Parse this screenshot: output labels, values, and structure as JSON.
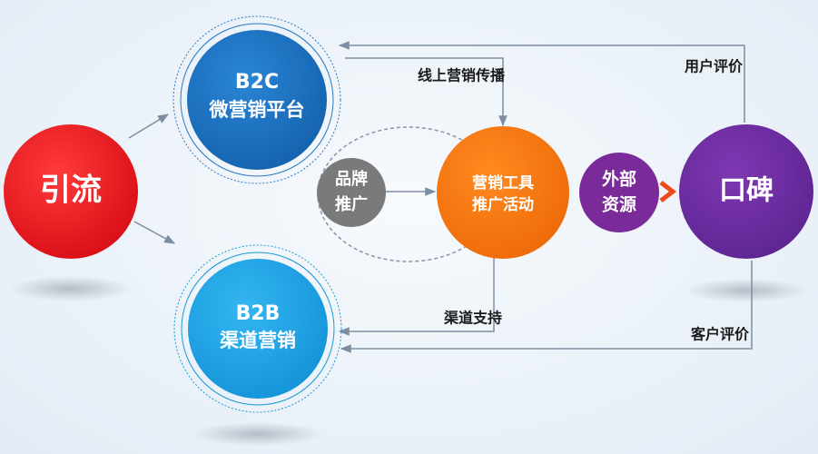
{
  "nodes": {
    "yinliu": {
      "label": "引流",
      "color": "#e8141a"
    },
    "b2c": {
      "line1": "B2C",
      "line2": "微营销平台",
      "color": "#1a73c4"
    },
    "b2b": {
      "line1": "B2B",
      "line2": "渠道营销",
      "color": "#1aa3e8"
    },
    "brand": {
      "line1": "品牌",
      "line2": "推广",
      "color": "#7a7a7a"
    },
    "tools": {
      "line1": "营销工具",
      "line2": "推广活动",
      "color": "#f57a10"
    },
    "external": {
      "line1": "外部",
      "line2": "资源",
      "color": "#7b2a9a"
    },
    "koubei": {
      "label": "口碑",
      "color": "#6a2fa0"
    }
  },
  "edges": {
    "online": "线上营销传播",
    "channel": "渠道支持",
    "user_review": "用户评价",
    "customer_review": "客户评价"
  },
  "colors": {
    "arrow": "#7d8ea3",
    "chevron": "#f04a1a"
  }
}
